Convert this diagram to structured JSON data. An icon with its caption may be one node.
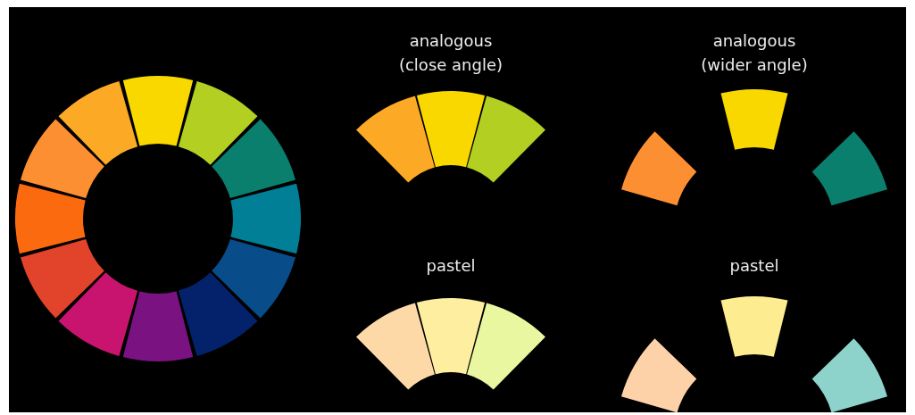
{
  "diagram": {
    "labels": [
      "analogous (close angle)",
      "analogous (wider angle)",
      "pastel",
      "pastel"
    ]
  }
}
